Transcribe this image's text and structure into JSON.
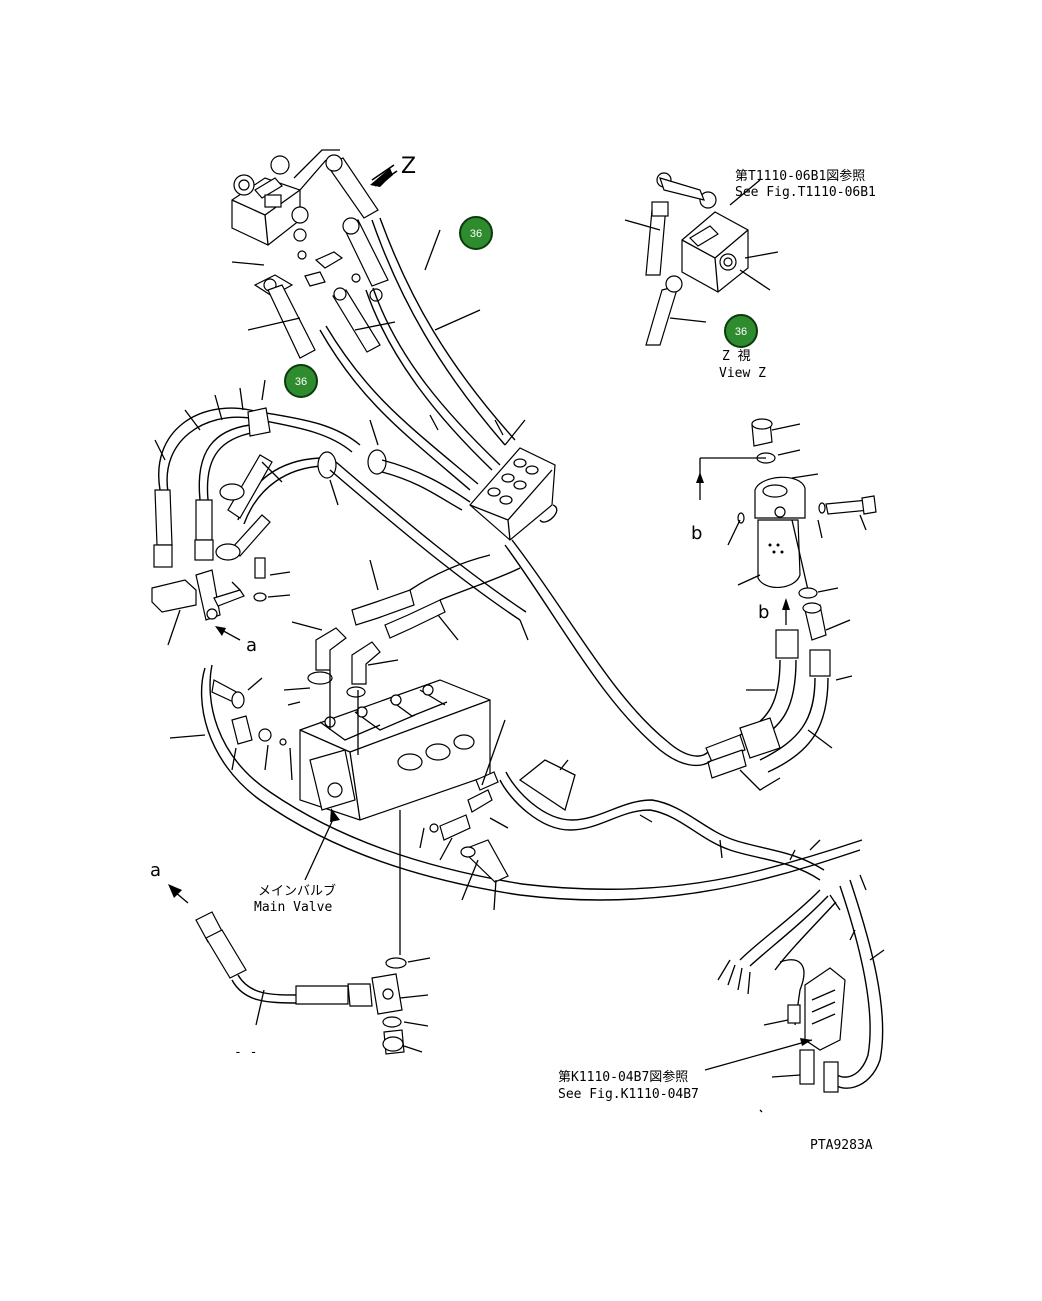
{
  "labels": {
    "view_marker": "Z",
    "ref_top_jp": "第T1110-06B1図参照",
    "ref_top_en": "See Fig.T1110-06B1",
    "view_z_jp": "Z 視",
    "view_z_en": "View Z",
    "marker_b_upper": "b",
    "marker_b_lower": "b",
    "marker_a_upper": "a",
    "marker_a_lower": "a",
    "main_valve_jp": "メインバルブ",
    "main_valve_en": "Main Valve",
    "ref_bottom_jp": "第K1110-04B7図参照",
    "ref_bottom_en": "See Fig.K1110-04B7",
    "drawing_code": "PTA9283A",
    "dash_marks": "- -"
  },
  "badges": [
    {
      "text": "36"
    },
    {
      "text": "36"
    },
    {
      "text": "36"
    }
  ],
  "colors": {
    "badge_fill": "#2e8b2e",
    "badge_stroke": "#0c3a0c",
    "line": "#000000",
    "background": "#ffffff"
  }
}
